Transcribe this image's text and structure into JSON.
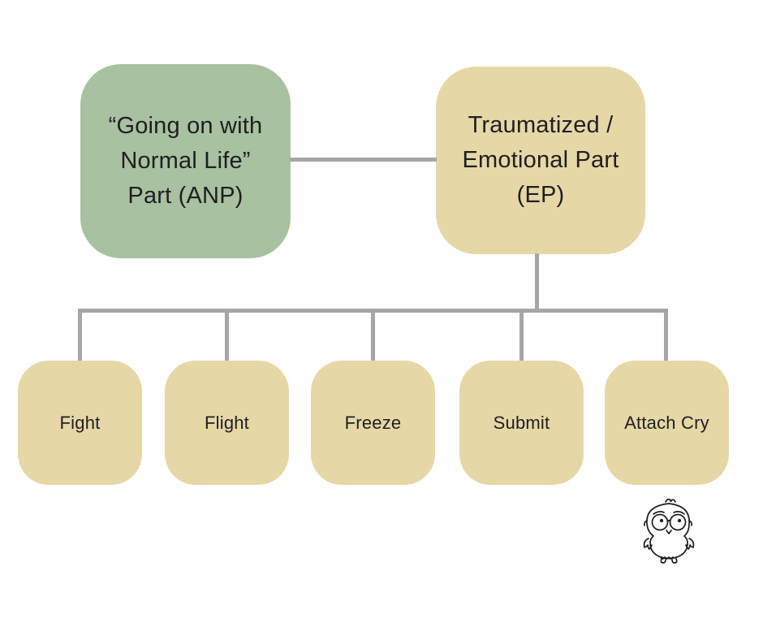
{
  "page": {
    "background": "#ffffff",
    "kind": "structural-dissociation-parts-diagram"
  },
  "colors": {
    "anp_fill": "#a7c1a1",
    "ep_fill": "#e6d7a7",
    "child_fill": "#e6d7a7",
    "connector": "#a6a6a6",
    "text": "#1f1f1f"
  },
  "diagram": {
    "anp": {
      "lines": [
        "“Going on with",
        "Normal Life”",
        "Part (ANP)"
      ]
    },
    "ep": {
      "lines": [
        "Traumatized /",
        "Emotional Part",
        "(EP)"
      ]
    },
    "children": [
      {
        "label": "Fight"
      },
      {
        "label": "Flight"
      },
      {
        "label": "Freeze"
      },
      {
        "label": "Submit"
      },
      {
        "label": "Attach Cry"
      }
    ],
    "mascot_icon": "baby-owl-line-art-icon"
  }
}
